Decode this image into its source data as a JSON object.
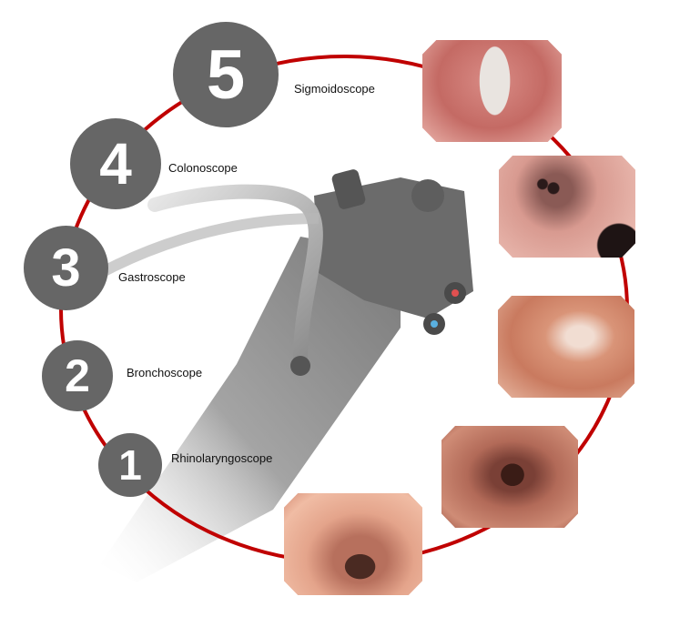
{
  "diagram": {
    "ring_color": "#c00000",
    "badge_color": "#666666",
    "steps": [
      {
        "number": "1",
        "label": "Rhinolaryngoscope"
      },
      {
        "number": "2",
        "label": "Bronchoscope"
      },
      {
        "number": "3",
        "label": "Gastroscope"
      },
      {
        "number": "4",
        "label": "Colonoscope"
      },
      {
        "number": "5",
        "label": "Sigmoidoscope"
      }
    ],
    "images": [
      {
        "name": "vocal-cords-image"
      },
      {
        "name": "bronchi-image"
      },
      {
        "name": "stomach-image"
      },
      {
        "name": "colon-image"
      },
      {
        "name": "sigmoid-image"
      }
    ]
  }
}
